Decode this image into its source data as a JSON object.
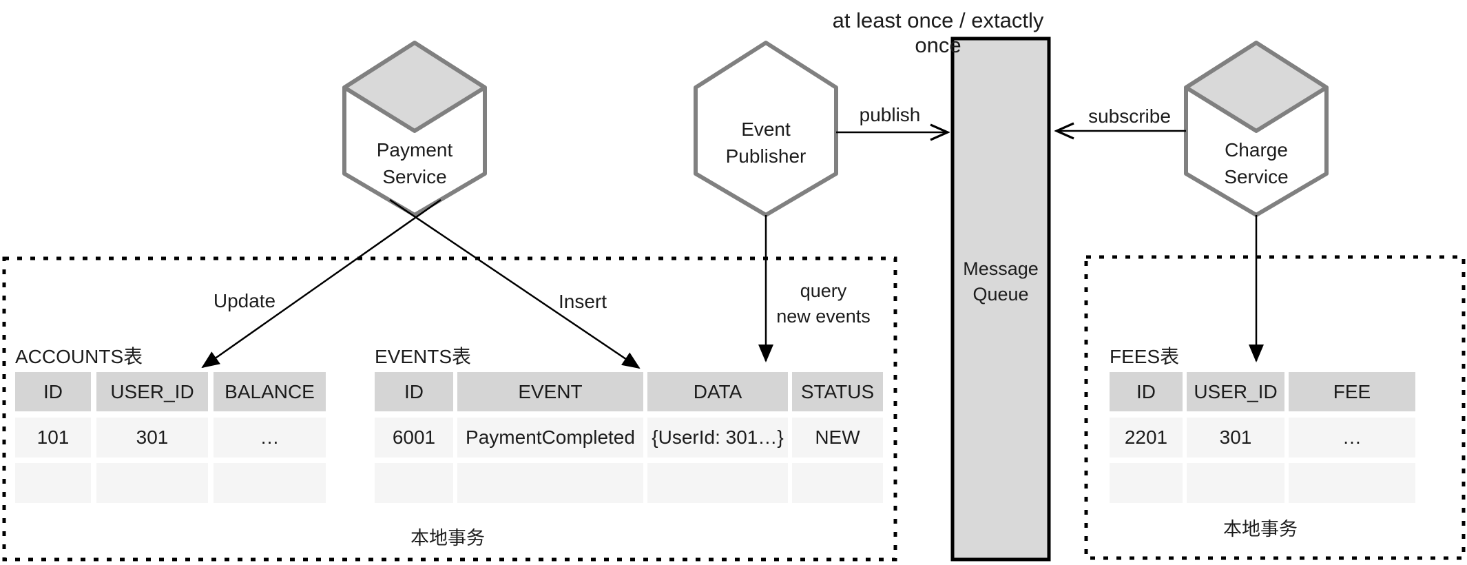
{
  "title": "at least once / extactly once",
  "nodes": {
    "payment_service": {
      "line1": "Payment",
      "line2": "Service"
    },
    "event_publisher": {
      "line1": "Event",
      "line2": "Publisher"
    },
    "charge_service": {
      "line1": "Charge",
      "line2": "Service"
    },
    "message_queue": {
      "line1": "Message",
      "line2": "Queue"
    }
  },
  "edges": {
    "update": "Update",
    "insert": "Insert",
    "publish": "publish",
    "subscribe": "subscribe",
    "query_line1": "query",
    "query_line2": "new events"
  },
  "tables": {
    "accounts": {
      "title": "ACCOUNTS表",
      "headers": [
        "ID",
        "USER_ID",
        "BALANCE"
      ],
      "rows": [
        [
          "101",
          "301",
          "…"
        ],
        [
          "",
          "",
          ""
        ]
      ]
    },
    "events": {
      "title": "EVENTS表",
      "headers": [
        "ID",
        "EVENT",
        "DATA",
        "STATUS"
      ],
      "rows": [
        [
          "6001",
          "PaymentCompleted",
          "{UserId: 301…}",
          "NEW"
        ],
        [
          "",
          "",
          "",
          ""
        ]
      ]
    },
    "fees": {
      "title": "FEES表",
      "headers": [
        "ID",
        "USER_ID",
        "FEE"
      ],
      "rows": [
        [
          "2201",
          "301",
          "…"
        ],
        [
          "",
          "",
          ""
        ]
      ]
    }
  },
  "transaction_labels": {
    "left": "本地事务",
    "right": "本地事务"
  },
  "colors": {
    "node_stroke": "#808080",
    "node_fill": "#ffffff",
    "cube_face_fill": "#d9d9d9",
    "queue_fill": "#d9d9d9",
    "queue_border": "#000000",
    "table_header_fill": "#d5d5d5",
    "table_cell_fill": "#f5f5f5",
    "arrow": "#000000",
    "text": "#1c1c1c"
  }
}
